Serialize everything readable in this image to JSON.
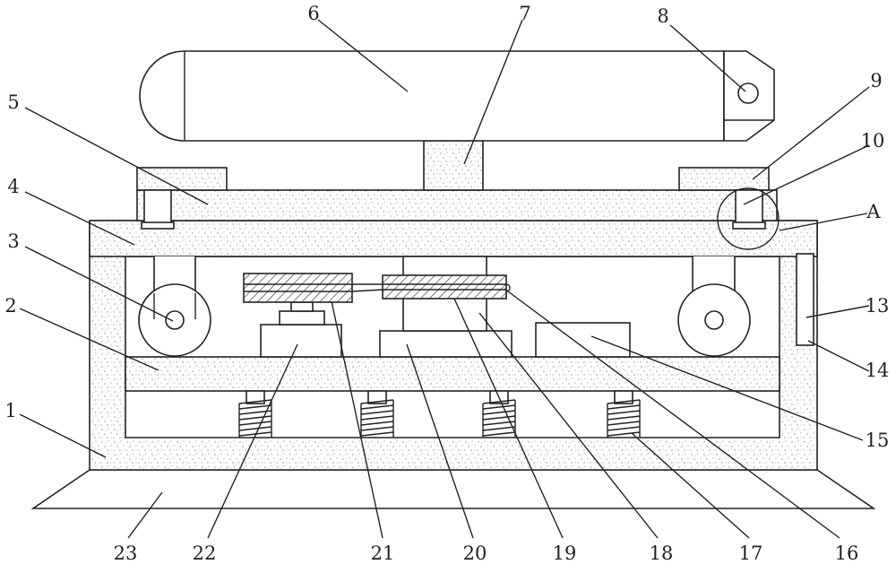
{
  "diagram": {
    "labels": {
      "p1": "1",
      "p2": "2",
      "p3": "3",
      "p4": "4",
      "p5": "5",
      "p6": "6",
      "p7": "7",
      "p8": "8",
      "p9": "9",
      "p10": "10",
      "pA": "A",
      "p13": "13",
      "p14": "14",
      "p15": "15",
      "p16": "16",
      "p17": "17",
      "p18": "18",
      "p19": "19",
      "p20": "20",
      "p21": "21",
      "p22": "22",
      "p23": "23"
    }
  }
}
